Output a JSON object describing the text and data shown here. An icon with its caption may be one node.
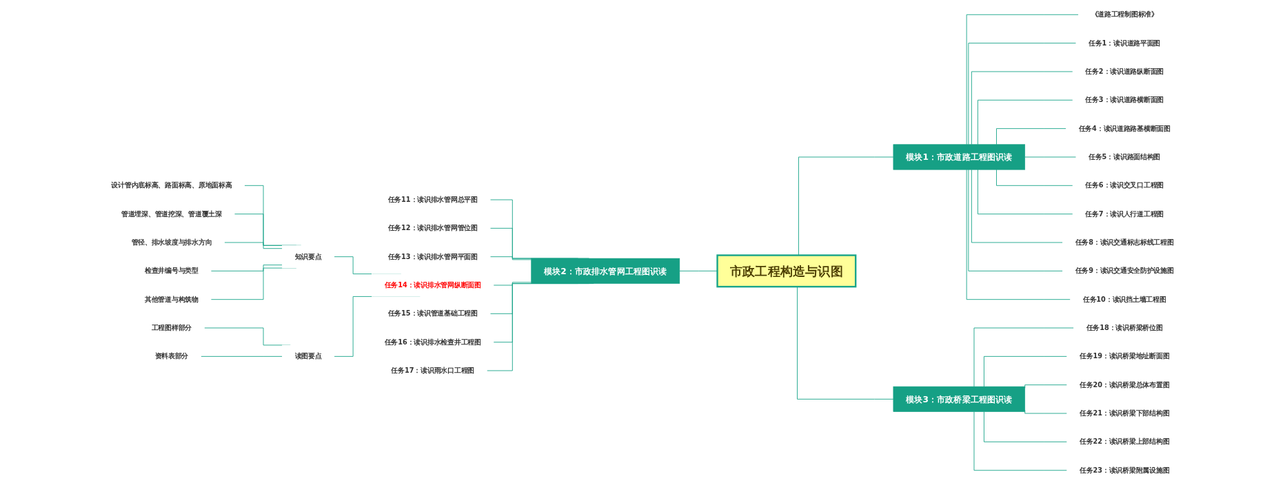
{
  "diagram": {
    "nodes": [
      {
        "text": [
          "市政工程构造与识图"
        ]
      },
      {
        "text": [
          "模块1：市政道路工程图识读"
        ]
      },
      {
        "text": [
          "《道路工程制图标准》"
        ]
      },
      {
        "text": [
          "任务1：读识道路平面图"
        ]
      },
      {
        "text": [
          "任务2：读识道路纵断面图"
        ]
      },
      {
        "text": [
          "任务3：读识道路横断面图"
        ]
      },
      {
        "text": [
          "任务4：读识道路路基横断面图"
        ]
      },
      {
        "text": [
          "任务5：读识路面结构图"
        ]
      },
      {
        "text": [
          "任务6：读识交叉口工程图"
        ]
      },
      {
        "text": [
          "任务7：读识人行道工程图"
        ]
      },
      {
        "text": [
          "任务8：读识交通标志标线工程图"
        ]
      },
      {
        "text": [
          "任务9：读识交通安全防护设施图"
        ]
      },
      {
        "text": [
          "任务10：读识挡土墙工程图"
        ]
      },
      {
        "text": [
          "模块2：市政排水管网工程图识读"
        ]
      },
      {
        "text": [
          "任务11：读识排水管网总平图"
        ]
      },
      {
        "text": [
          "任务12：读识排水管网管位图"
        ]
      },
      {
        "text": [
          "任务13：读识排水管网平面图"
        ]
      },
      {
        "text": [
          "任务14：读识排水管网纵断面图"
        ]
      },
      {
        "text": [
          "知识要点"
        ]
      },
      {
        "text": [
          "设计管内底标高、路面标高、原地面标高"
        ]
      },
      {
        "text": [
          "管道埋深、管道挖深、管道覆土深"
        ]
      },
      {
        "text": [
          "管径、排水坡度与排水方向"
        ]
      },
      {
        "text": [
          "检查井编号与类型"
        ]
      },
      {
        "text": [
          "其他管道与构筑物"
        ]
      },
      {
        "text": [
          "读图要点"
        ]
      },
      {
        "text": [
          "工程图样部分"
        ]
      },
      {
        "text": [
          "资料表部分"
        ]
      },
      {
        "text": [
          "任务15：读识管道基础工程图"
        ]
      },
      {
        "text": [
          "任务16：读识排水检查井工程图"
        ]
      },
      {
        "text": [
          "任务17：读识雨水口工程图"
        ]
      },
      {
        "text": [
          "模块3：市政桥梁工程图识读"
        ]
      },
      {
        "text": [
          "任务18：读识桥梁桥位图"
        ]
      },
      {
        "text": [
          "任务19：读识桥梁地址断面图"
        ]
      },
      {
        "text": [
          "任务20：读识桥梁总体布置图"
        ]
      },
      {
        "text": [
          "任务21：读识桥梁下部结构图"
        ]
      },
      {
        "text": [
          "任务22：读识桥梁上部结构图"
        ]
      },
      {
        "text": [
          "任务23：读识桥梁附属设施图"
        ]
      }
    ],
    "edges": [
      {
        "from": 0,
        "to": 1,
        "arrow": "none"
      },
      {
        "from": 1,
        "to": 2,
        "arrow": "none"
      },
      {
        "from": 1,
        "to": 3,
        "arrow": "none"
      },
      {
        "from": 1,
        "to": 4,
        "arrow": "none"
      },
      {
        "from": 1,
        "to": 5,
        "arrow": "none"
      },
      {
        "from": 1,
        "to": 6,
        "arrow": "none"
      },
      {
        "from": 1,
        "to": 7,
        "arrow": "none"
      },
      {
        "from": 1,
        "to": 8,
        "arrow": "none"
      },
      {
        "from": 1,
        "to": 9,
        "arrow": "none"
      },
      {
        "from": 1,
        "to": 10,
        "arrow": "none"
      },
      {
        "from": 1,
        "to": 11,
        "arrow": "none"
      },
      {
        "from": 1,
        "to": 12,
        "arrow": "none"
      },
      {
        "from": 13,
        "to": 0,
        "arrow": "none"
      },
      {
        "from": 14,
        "to": 13,
        "arrow": "none"
      },
      {
        "from": 15,
        "to": 13,
        "arrow": "none"
      },
      {
        "from": 16,
        "to": 13,
        "arrow": "none"
      },
      {
        "from": 17,
        "to": 13,
        "arrow": "none"
      },
      {
        "from": 18,
        "to": 17,
        "arrow": "none"
      },
      {
        "from": 19,
        "to": 18,
        "arrow": "none"
      },
      {
        "from": 20,
        "to": 18,
        "arrow": "none"
      },
      {
        "from": 21,
        "to": 18,
        "arrow": "none"
      },
      {
        "from": 22,
        "to": 18,
        "arrow": "none"
      },
      {
        "from": 23,
        "to": 18,
        "arrow": "none"
      },
      {
        "from": 24,
        "to": 17,
        "arrow": "none"
      },
      {
        "from": 25,
        "to": 24,
        "arrow": "none"
      },
      {
        "from": 26,
        "to": 24,
        "arrow": "none"
      },
      {
        "from": 27,
        "to": 13,
        "arrow": "none"
      },
      {
        "from": 28,
        "to": 13,
        "arrow": "none"
      },
      {
        "from": 29,
        "to": 13,
        "arrow": "none"
      },
      {
        "from": 0,
        "to": 30,
        "arrow": "none"
      },
      {
        "from": 30,
        "to": 31,
        "arrow": "none"
      },
      {
        "from": 30,
        "to": 32,
        "arrow": "none"
      },
      {
        "from": 30,
        "to": 33,
        "arrow": "none"
      },
      {
        "from": 30,
        "to": 34,
        "arrow": "none"
      },
      {
        "from": 30,
        "to": 35,
        "arrow": "none"
      },
      {
        "from": 30,
        "to": 36,
        "arrow": "none"
      }
    ]
  }
}
